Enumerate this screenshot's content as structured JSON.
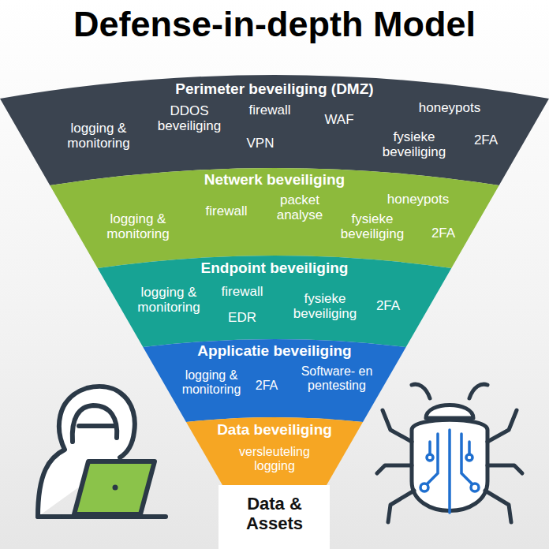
{
  "diagram": {
    "title": "Defense-in-depth Model",
    "nodes": [
      {
        "text": [
          "Perimeter beveiliging (DMZ)",
          "logging & monitoring",
          "DDOS beveiliging",
          "firewall",
          "VPN",
          "WAF",
          "honeypots",
          "fysieke beveiliging",
          "2FA"
        ]
      },
      {
        "text": [
          "Netwerk beveiliging",
          "logging & monitoring",
          "firewall",
          "packet analyse",
          "honeypots",
          "fysieke beveiliging",
          "2FA"
        ]
      },
      {
        "text": [
          "Endpoint beveiliging",
          "logging & monitoring",
          "firewall",
          "EDR",
          "fysieke beveiliging",
          "2FA"
        ]
      },
      {
        "text": [
          "Applicatie beveiliging",
          "logging & monitoring",
          "2FA",
          "Software- en pentesting"
        ]
      },
      {
        "text": [
          "Data beveiliging",
          "versleuteling logging"
        ]
      },
      {
        "text": [
          "Data & Assets"
        ]
      }
    ]
  }
}
